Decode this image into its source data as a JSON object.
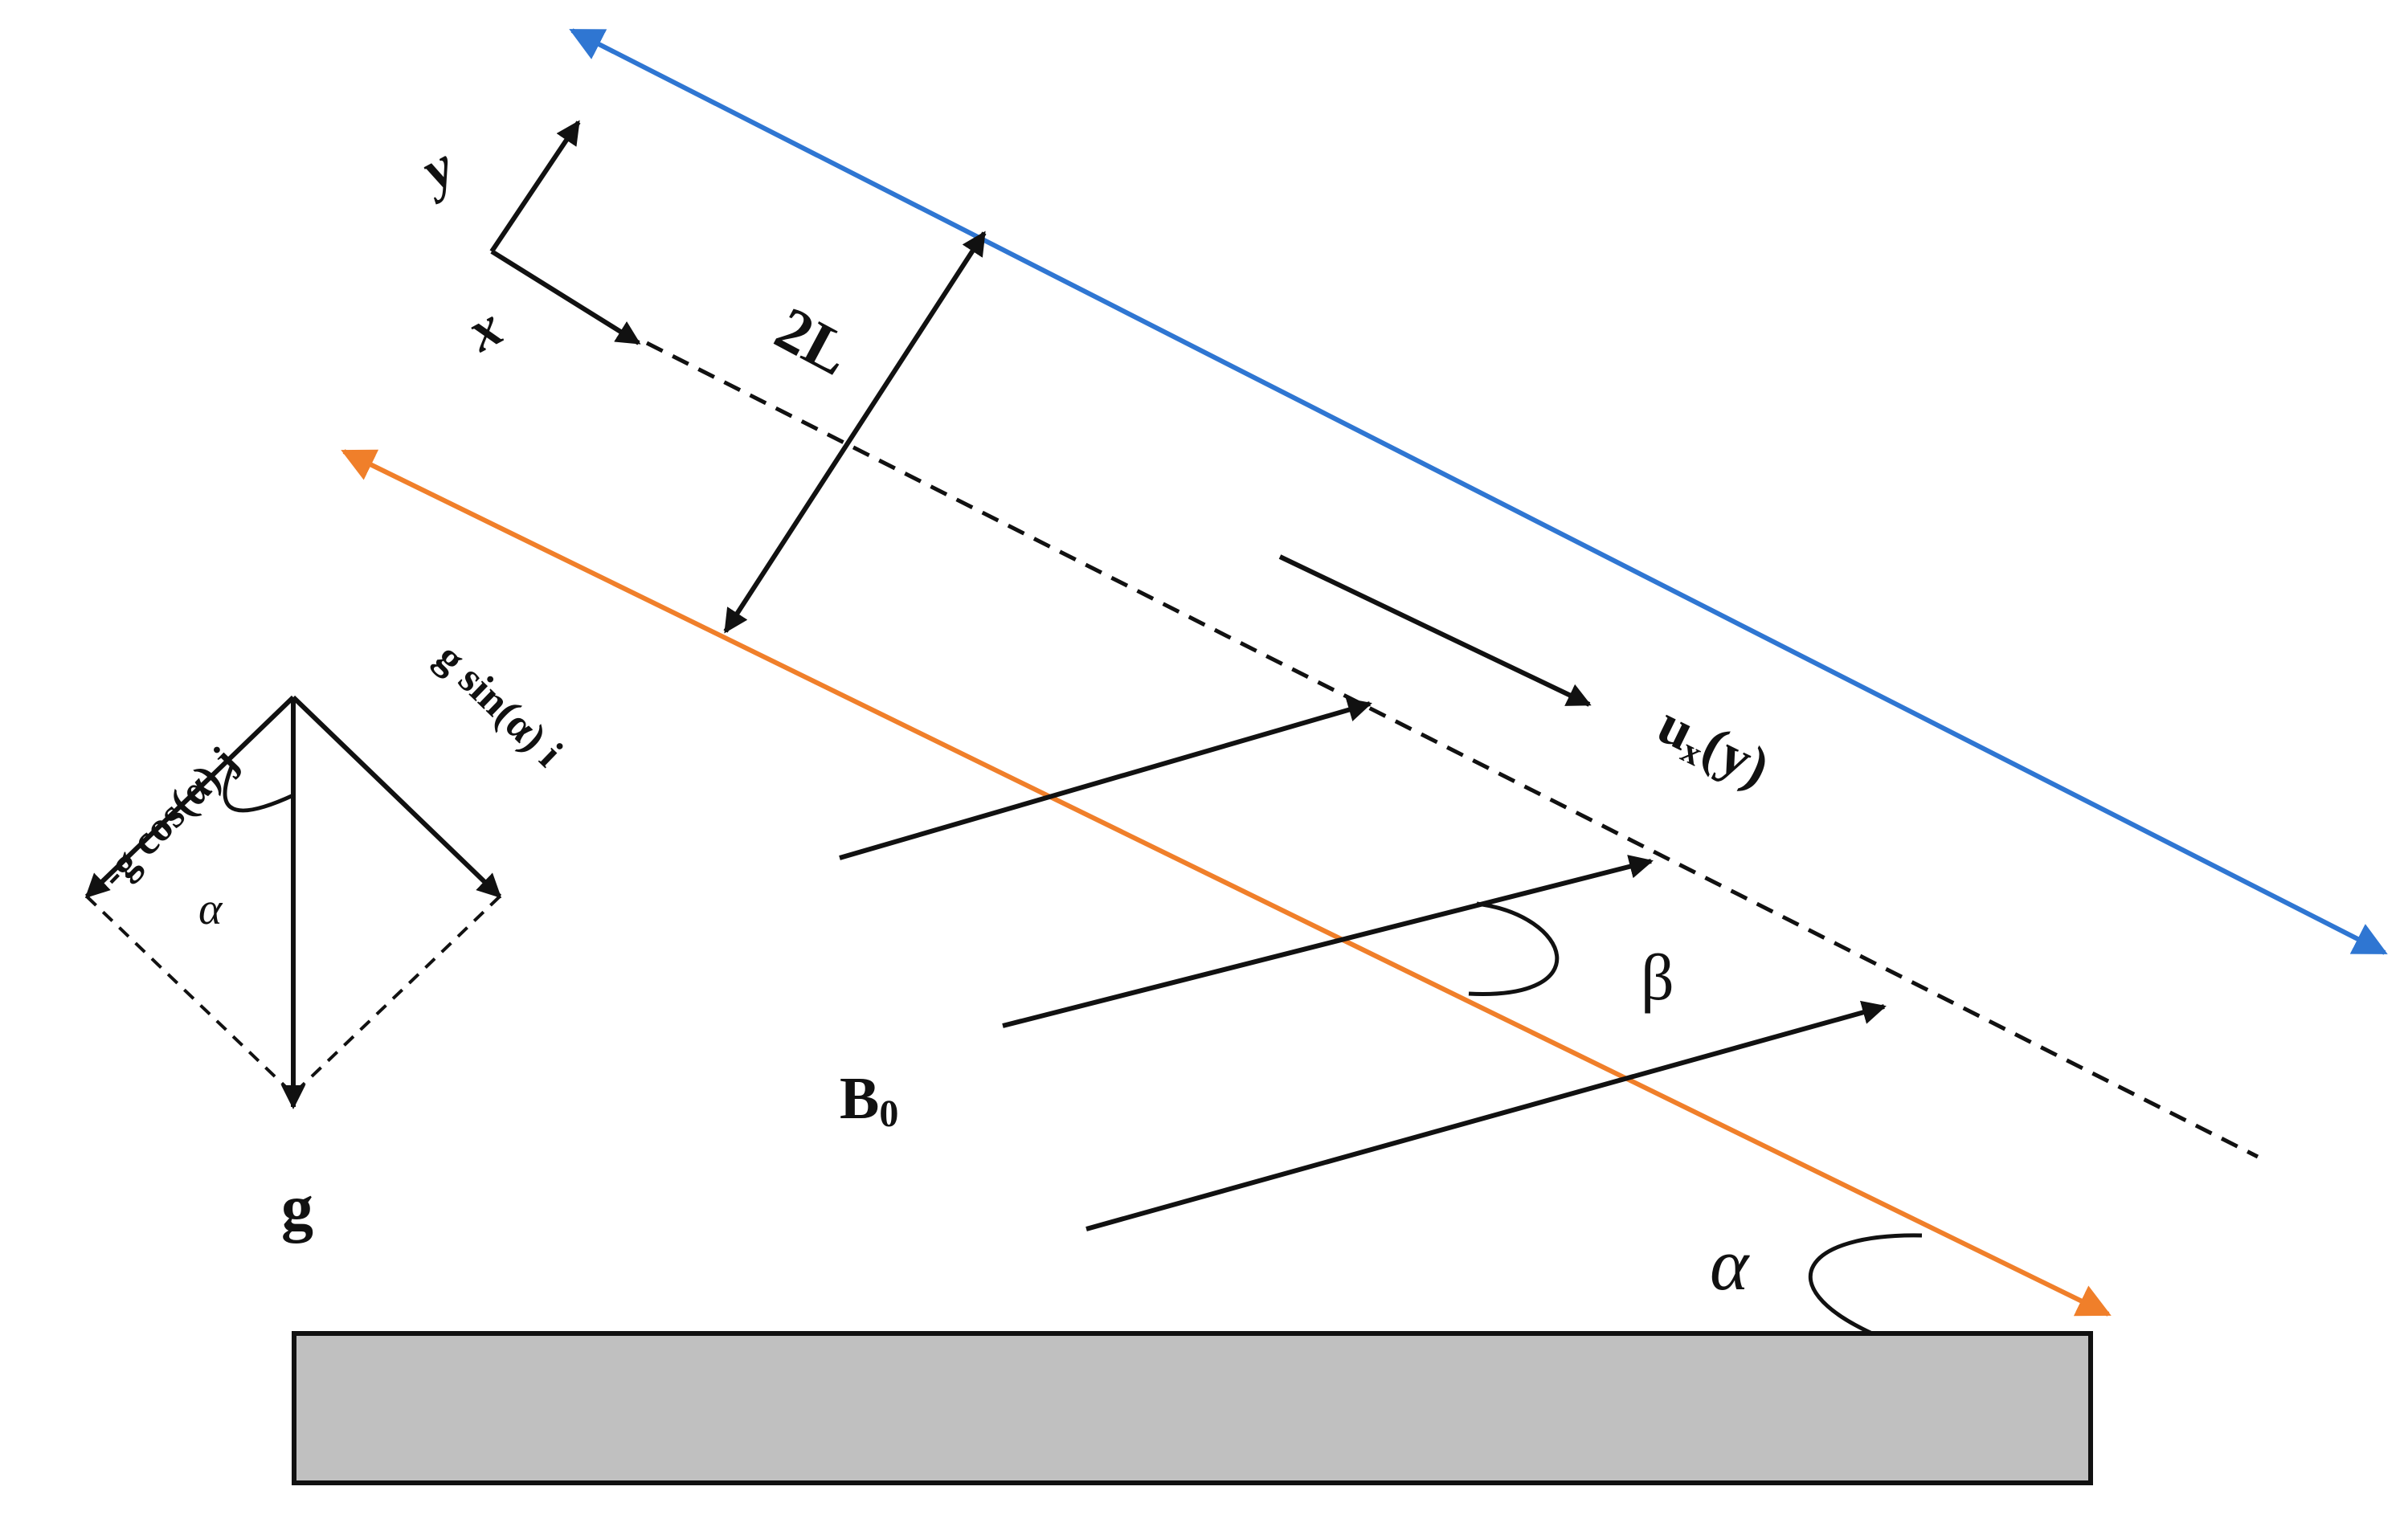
{
  "labels": {
    "axis_y": "y",
    "axis_x": "x",
    "gap": "2L",
    "velocity_main": "u",
    "velocity_sub": "x",
    "velocity_arg": "(y)",
    "beta": "β",
    "field_main": "B",
    "field_sub": "0",
    "gravity": "g",
    "g_normal": "-g cos(α) j",
    "g_tangent": "g sin(α) i",
    "alpha_small": "α",
    "alpha_incline": "α"
  },
  "colors": {
    "upper_plate": "#2f76d2",
    "lower_plate": "#f07f2a",
    "ground_fill": "#c0c0c0",
    "ink": "#111111"
  }
}
